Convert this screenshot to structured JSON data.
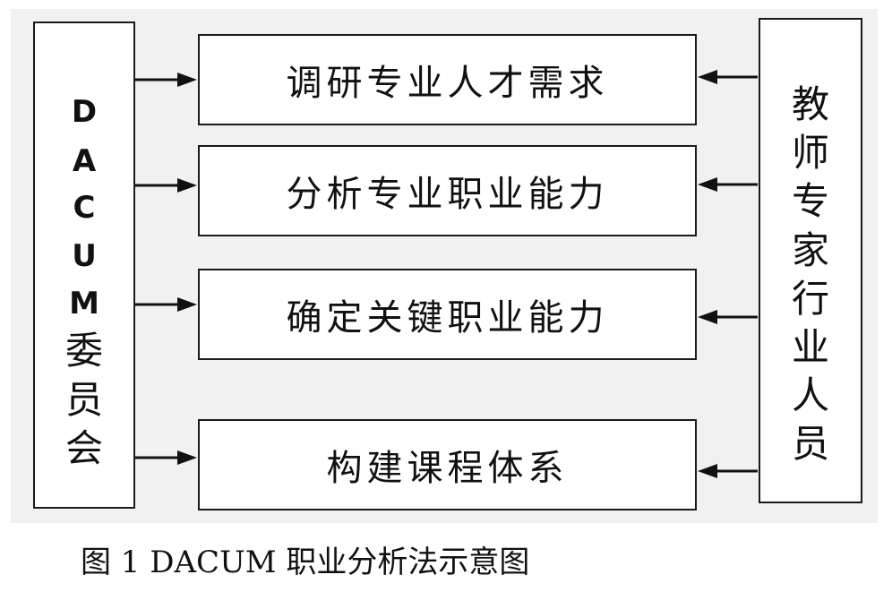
{
  "left_column": {
    "chars": [
      "D",
      "A",
      "C",
      "U",
      "M",
      "委",
      "员",
      "会"
    ]
  },
  "right_column": {
    "chars": [
      "教",
      "师",
      "专",
      "家",
      "行",
      "业",
      "人",
      "员"
    ]
  },
  "steps": [
    {
      "label": "调研专业人才需求"
    },
    {
      "label": "分析专业职业能力"
    },
    {
      "label": "确定关键职业能力"
    },
    {
      "label": "构建课程体系"
    }
  ],
  "caption": "图 1  DACUM 职业分析法示意图",
  "colors": {
    "panel_background": "#f1f1f1",
    "box_border": "#1a1a1a",
    "text": "#111111"
  }
}
